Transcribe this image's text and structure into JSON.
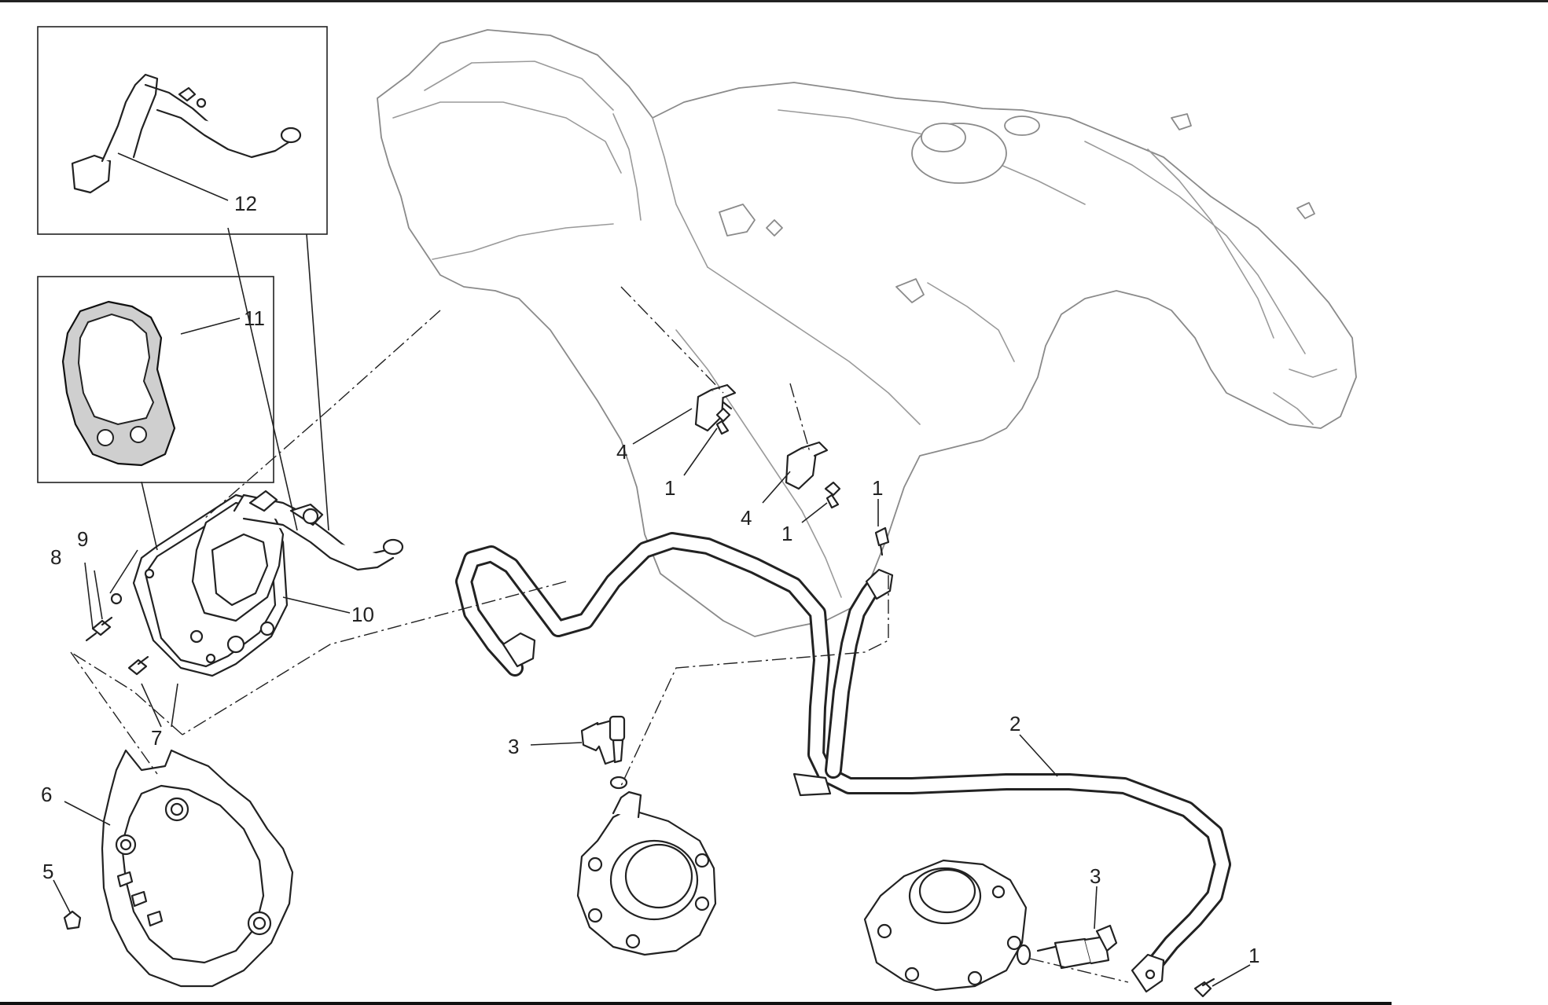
{
  "diagram": {
    "callouts": [
      {
        "id": "c12",
        "label": "12"
      },
      {
        "id": "c11",
        "label": "11"
      },
      {
        "id": "c10",
        "label": "10"
      },
      {
        "id": "c9",
        "label": "9"
      },
      {
        "id": "c8",
        "label": "8"
      },
      {
        "id": "c7",
        "label": "7"
      },
      {
        "id": "c6",
        "label": "6"
      },
      {
        "id": "c5",
        "label": "5"
      },
      {
        "id": "c4a",
        "label": "4"
      },
      {
        "id": "c4b",
        "label": "4"
      },
      {
        "id": "c1a",
        "label": "1"
      },
      {
        "id": "c1b",
        "label": "1"
      },
      {
        "id": "c1c",
        "label": "1"
      },
      {
        "id": "c1d",
        "label": "1"
      },
      {
        "id": "c3a",
        "label": "3"
      },
      {
        "id": "c3b",
        "label": "3"
      },
      {
        "id": "c2",
        "label": "2"
      }
    ]
  }
}
